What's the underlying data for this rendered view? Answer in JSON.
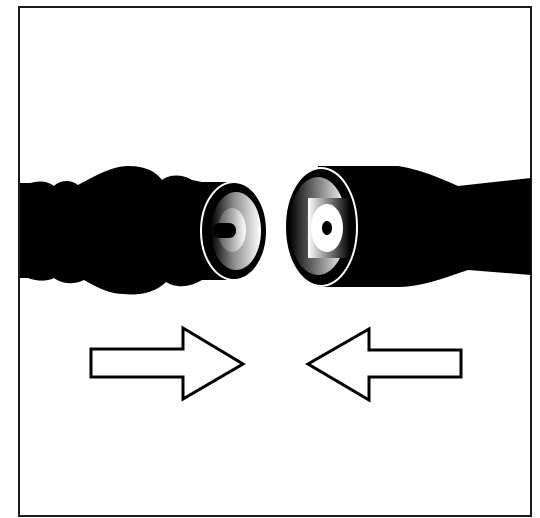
{
  "figure": {
    "connector_left": "male-plug",
    "connector_right": "female-socket",
    "arrow_left_direction": "right",
    "arrow_right_direction": "left"
  },
  "colors": {
    "background": "#ffffff",
    "frame": "#1a1a1a",
    "silhouette": "#000000",
    "arrow_fill": "#ffffff",
    "arrow_stroke": "#000000"
  }
}
